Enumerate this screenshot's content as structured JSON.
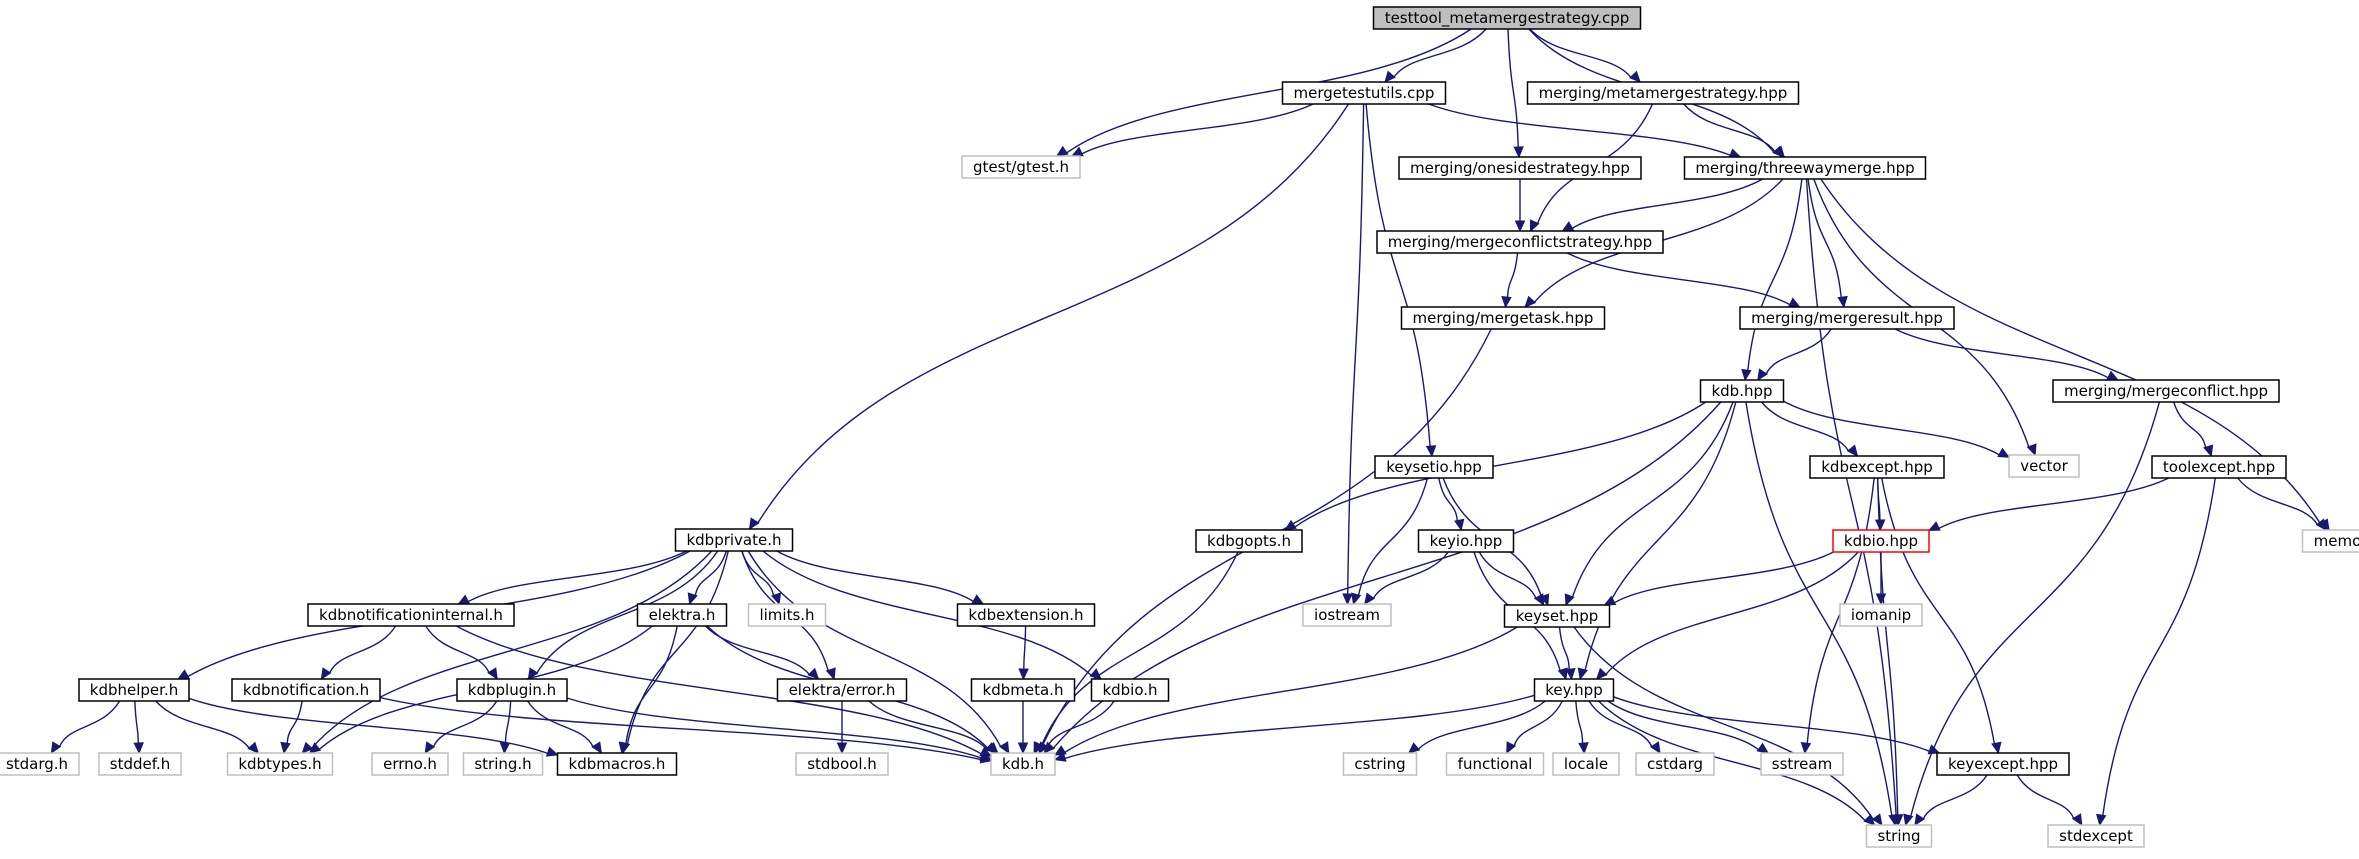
{
  "nodes": [
    {
      "id": "root",
      "label": "testtool_metamergestrategy.cpp",
      "kind": "root"
    },
    {
      "id": "mergetestutils",
      "label": "mergetestutils.cpp",
      "kind": "normal"
    },
    {
      "id": "metamergestrategy",
      "label": "merging/metamergestrategy.hpp",
      "kind": "normal"
    },
    {
      "id": "gtest",
      "label": "gtest/gtest.h",
      "kind": "external"
    },
    {
      "id": "onesidestrategy",
      "label": "merging/onesidestrategy.hpp",
      "kind": "normal"
    },
    {
      "id": "threewaymerge",
      "label": "merging/threewaymerge.hpp",
      "kind": "normal"
    },
    {
      "id": "mergeconflictstrategy",
      "label": "merging/mergeconflictstrategy.hpp",
      "kind": "normal"
    },
    {
      "id": "mergetask",
      "label": "merging/mergetask.hpp",
      "kind": "normal"
    },
    {
      "id": "mergeresult",
      "label": "merging/mergeresult.hpp",
      "kind": "normal"
    },
    {
      "id": "kdbhpp",
      "label": "kdb.hpp",
      "kind": "normal"
    },
    {
      "id": "mergeconflict",
      "label": "merging/mergeconflict.hpp",
      "kind": "normal"
    },
    {
      "id": "keysetio",
      "label": "keysetio.hpp",
      "kind": "normal"
    },
    {
      "id": "kdbexcept",
      "label": "kdbexcept.hpp",
      "kind": "normal"
    },
    {
      "id": "vector",
      "label": "vector",
      "kind": "external"
    },
    {
      "id": "toolexcept",
      "label": "toolexcept.hpp",
      "kind": "normal"
    },
    {
      "id": "kdbprivate",
      "label": "kdbprivate.h",
      "kind": "normal"
    },
    {
      "id": "kdbgopts",
      "label": "kdbgopts.h",
      "kind": "normal"
    },
    {
      "id": "keyio",
      "label": "keyio.hpp",
      "kind": "normal"
    },
    {
      "id": "kdbio",
      "label": "kdbio.hpp",
      "kind": "red"
    },
    {
      "id": "memory",
      "label": "memory",
      "kind": "external"
    },
    {
      "id": "kdbnotifint",
      "label": "kdbnotificationinternal.h",
      "kind": "normal"
    },
    {
      "id": "elektra",
      "label": "elektra.h",
      "kind": "normal"
    },
    {
      "id": "limits",
      "label": "limits.h",
      "kind": "external"
    },
    {
      "id": "kdbextension",
      "label": "kdbextension.h",
      "kind": "normal"
    },
    {
      "id": "iostream",
      "label": "iostream",
      "kind": "external"
    },
    {
      "id": "keyset",
      "label": "keyset.hpp",
      "kind": "normal"
    },
    {
      "id": "iomanip",
      "label": "iomanip",
      "kind": "external"
    },
    {
      "id": "kdbhelper",
      "label": "kdbhelper.h",
      "kind": "normal"
    },
    {
      "id": "kdbnotification",
      "label": "kdbnotification.h",
      "kind": "normal"
    },
    {
      "id": "kdbplugin",
      "label": "kdbplugin.h",
      "kind": "normal"
    },
    {
      "id": "elektraerror",
      "label": "elektra/error.h",
      "kind": "normal"
    },
    {
      "id": "kdbmeta",
      "label": "kdbmeta.h",
      "kind": "normal"
    },
    {
      "id": "kdbioh",
      "label": "kdbio.h",
      "kind": "normal"
    },
    {
      "id": "keyhpp",
      "label": "key.hpp",
      "kind": "normal"
    },
    {
      "id": "stdarg",
      "label": "stdarg.h",
      "kind": "external"
    },
    {
      "id": "stddef",
      "label": "stddef.h",
      "kind": "external"
    },
    {
      "id": "kdbtypes",
      "label": "kdbtypes.h",
      "kind": "external"
    },
    {
      "id": "errno",
      "label": "errno.h",
      "kind": "external"
    },
    {
      "id": "stringh",
      "label": "string.h",
      "kind": "external"
    },
    {
      "id": "kdbmacros",
      "label": "kdbmacros.h",
      "kind": "normal"
    },
    {
      "id": "kdbh",
      "label": "kdb.h",
      "kind": "external"
    },
    {
      "id": "stdbool",
      "label": "stdbool.h",
      "kind": "external"
    },
    {
      "id": "cstring",
      "label": "cstring",
      "kind": "external"
    },
    {
      "id": "functional",
      "label": "functional",
      "kind": "external"
    },
    {
      "id": "locale",
      "label": "locale",
      "kind": "external"
    },
    {
      "id": "cstdarg",
      "label": "cstdarg",
      "kind": "external"
    },
    {
      "id": "sstream",
      "label": "sstream",
      "kind": "external"
    },
    {
      "id": "keyexcept",
      "label": "keyexcept.hpp",
      "kind": "normal"
    },
    {
      "id": "string",
      "label": "string",
      "kind": "external"
    },
    {
      "id": "stdexcept",
      "label": "stdexcept",
      "kind": "external"
    }
  ],
  "edges": [
    [
      "root",
      "gtest"
    ],
    [
      "root",
      "mergetestutils"
    ],
    [
      "root",
      "metamergestrategy"
    ],
    [
      "root",
      "onesidestrategy"
    ],
    [
      "root",
      "threewaymerge"
    ],
    [
      "mergetestutils",
      "gtest"
    ],
    [
      "mergetestutils",
      "threewaymerge"
    ],
    [
      "mergetestutils",
      "kdbprivate"
    ],
    [
      "mergetestutils",
      "iostream"
    ],
    [
      "mergetestutils",
      "keysetio"
    ],
    [
      "metamergestrategy",
      "threewaymerge"
    ],
    [
      "metamergestrategy",
      "mergeconflictstrategy"
    ],
    [
      "onesidestrategy",
      "mergeconflictstrategy"
    ],
    [
      "threewaymerge",
      "mergeconflictstrategy"
    ],
    [
      "threewaymerge",
      "mergetask"
    ],
    [
      "threewaymerge",
      "mergeresult"
    ],
    [
      "threewaymerge",
      "kdbhpp"
    ],
    [
      "threewaymerge",
      "vector"
    ],
    [
      "threewaymerge",
      "string"
    ],
    [
      "threewaymerge",
      "memory"
    ],
    [
      "mergeconflictstrategy",
      "mergetask"
    ],
    [
      "mergeconflictstrategy",
      "mergeresult"
    ],
    [
      "mergetask",
      "kdbh"
    ],
    [
      "mergeresult",
      "kdbhpp"
    ],
    [
      "mergeresult",
      "mergeconflict"
    ],
    [
      "mergeconflict",
      "toolexcept"
    ],
    [
      "mergeconflict",
      "string"
    ],
    [
      "kdbhpp",
      "kdbgopts"
    ],
    [
      "kdbhpp",
      "kdbexcept"
    ],
    [
      "kdbhpp",
      "vector"
    ],
    [
      "kdbhpp",
      "keyset"
    ],
    [
      "kdbhpp",
      "keyhpp"
    ],
    [
      "kdbhpp",
      "kdbh"
    ],
    [
      "kdbhpp",
      "string"
    ],
    [
      "keysetio",
      "iostream"
    ],
    [
      "keysetio",
      "keyio"
    ],
    [
      "keysetio",
      "keyset"
    ],
    [
      "kdbexcept",
      "kdbio"
    ],
    [
      "kdbexcept",
      "keyexcept"
    ],
    [
      "kdbexcept",
      "sstream"
    ],
    [
      "kdbexcept",
      "string"
    ],
    [
      "toolexcept",
      "kdbio"
    ],
    [
      "toolexcept",
      "memory"
    ],
    [
      "toolexcept",
      "stdexcept"
    ],
    [
      "kdbprivate",
      "kdbhelper"
    ],
    [
      "kdbprivate",
      "kdbtypes"
    ],
    [
      "kdbprivate",
      "kdbnotifint"
    ],
    [
      "kdbprivate",
      "kdbplugin"
    ],
    [
      "kdbprivate",
      "kdbmacros"
    ],
    [
      "kdbprivate",
      "elektra"
    ],
    [
      "kdbprivate",
      "limits"
    ],
    [
      "kdbprivate",
      "elektraerror"
    ],
    [
      "kdbprivate",
      "kdbh"
    ],
    [
      "kdbprivate",
      "kdbextension"
    ],
    [
      "kdbprivate",
      "kdbioh"
    ],
    [
      "kdbgopts",
      "kdbh"
    ],
    [
      "keyio",
      "iostream"
    ],
    [
      "keyio",
      "keyset"
    ],
    [
      "keyio",
      "keyhpp"
    ],
    [
      "kdbio",
      "keyset"
    ],
    [
      "kdbio",
      "iomanip"
    ],
    [
      "kdbio",
      "keyhpp"
    ],
    [
      "kdbnotifint",
      "kdbnotification"
    ],
    [
      "kdbnotifint",
      "kdbplugin"
    ],
    [
      "kdbnotifint",
      "kdbh"
    ],
    [
      "elektra",
      "kdbtypes"
    ],
    [
      "elektra",
      "kdbmacros"
    ],
    [
      "elektra",
      "elektraerror"
    ],
    [
      "elektra",
      "kdbh"
    ],
    [
      "kdbextension",
      "kdbmeta"
    ],
    [
      "keyset",
      "keyhpp"
    ],
    [
      "keyset",
      "kdbh"
    ],
    [
      "keyset",
      "string"
    ],
    [
      "kdbhelper",
      "stdarg"
    ],
    [
      "kdbhelper",
      "stddef"
    ],
    [
      "kdbhelper",
      "kdbtypes"
    ],
    [
      "kdbhelper",
      "kdbmacros"
    ],
    [
      "kdbnotification",
      "kdbtypes"
    ],
    [
      "kdbnotification",
      "kdbh"
    ],
    [
      "kdbplugin",
      "errno"
    ],
    [
      "kdbplugin",
      "stringh"
    ],
    [
      "kdbplugin",
      "kdbmacros"
    ],
    [
      "kdbplugin",
      "kdbh"
    ],
    [
      "elektraerror",
      "stdbool"
    ],
    [
      "elektraerror",
      "kdbh"
    ],
    [
      "kdbmeta",
      "kdbh"
    ],
    [
      "kdbioh",
      "kdbh"
    ],
    [
      "keyhpp",
      "kdbh"
    ],
    [
      "keyhpp",
      "cstring"
    ],
    [
      "keyhpp",
      "functional"
    ],
    [
      "keyhpp",
      "locale"
    ],
    [
      "keyhpp",
      "cstdarg"
    ],
    [
      "keyhpp",
      "sstream"
    ],
    [
      "keyhpp",
      "keyexcept"
    ],
    [
      "keyhpp",
      "string"
    ],
    [
      "keyexcept",
      "string"
    ],
    [
      "keyexcept",
      "stdexcept"
    ]
  ]
}
